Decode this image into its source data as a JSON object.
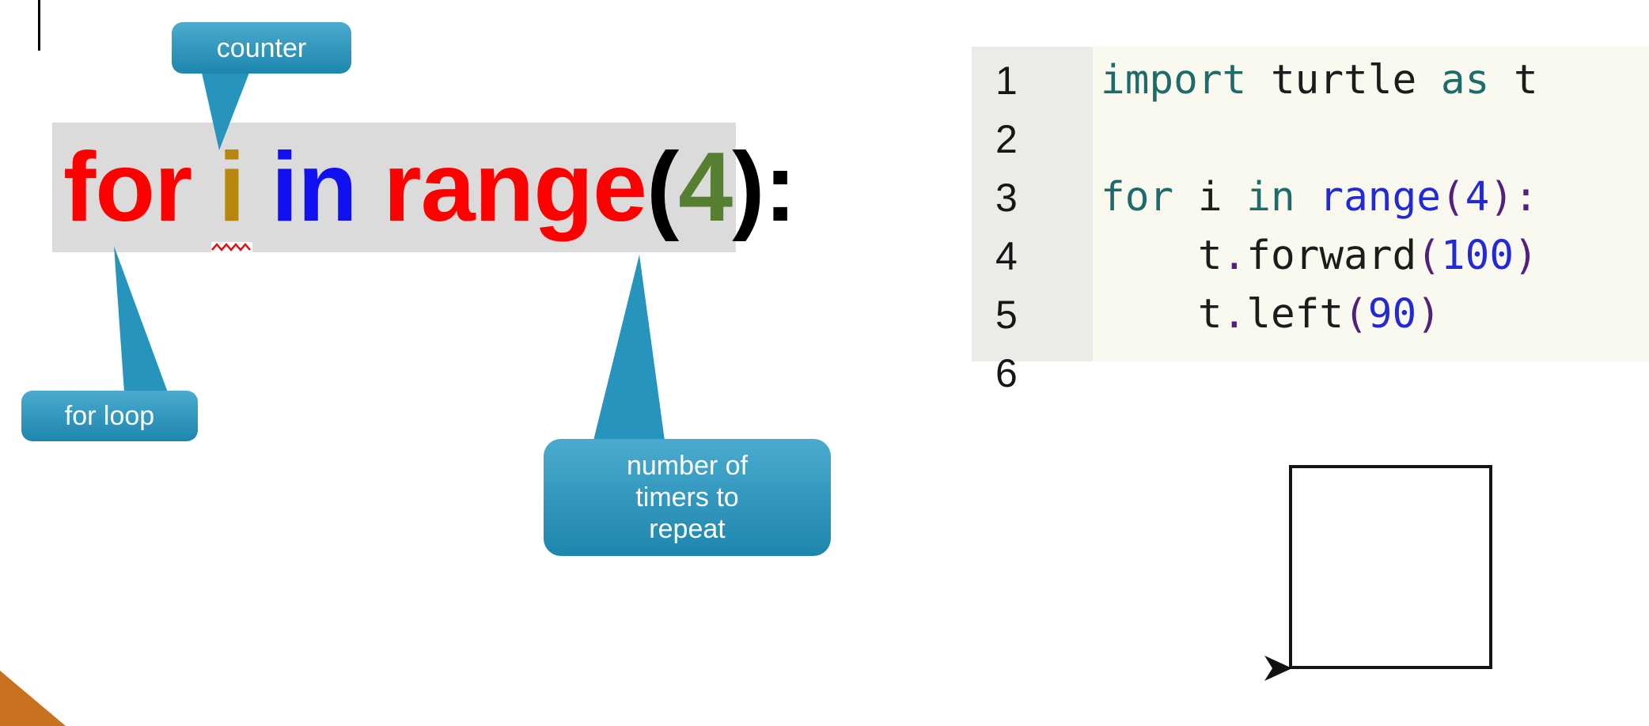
{
  "slide": {
    "headline": {
      "highlight_bg": "#dbdbdb",
      "tokens": [
        {
          "t": "for ",
          "c": "#fe0000"
        },
        {
          "t": "i",
          "c": "#b8860b",
          "squiggle": true
        },
        {
          "t": " in ",
          "c": "#1010f0"
        },
        {
          "t": "range",
          "c": "#fe0000"
        },
        {
          "t": "(",
          "c": "#000000"
        },
        {
          "t": "4",
          "c": "#567f31"
        },
        {
          "t": "):",
          "c": "#000000"
        }
      ],
      "squiggle_color": "#e01010"
    },
    "callouts": [
      {
        "id": "counter",
        "lines": [
          "counter"
        ]
      },
      {
        "id": "for-loop",
        "lines": [
          "for loop"
        ]
      },
      {
        "id": "repeat",
        "lines": [
          "number of",
          "timers to",
          "repeat"
        ]
      }
    ],
    "callout_colors": {
      "top": "#4aabce",
      "bottom": "#1e86ae",
      "tail": "#2694bc"
    },
    "code_editor": {
      "bg": "#faf9ef",
      "gutter_bg": "#ecebe7",
      "palette": {
        "teal": "#1e6b6b",
        "ink": "#1c1c1c",
        "blue": "#2429d6",
        "purple": "#53207d"
      },
      "lines": [
        {
          "num": "1",
          "tokens": [
            [
              "import",
              "teal"
            ],
            [
              " turtle ",
              "ink"
            ],
            [
              "as",
              "teal"
            ],
            [
              " t",
              "ink"
            ]
          ]
        },
        {
          "num": "2",
          "tokens": []
        },
        {
          "num": "3",
          "tokens": [
            [
              "for",
              "teal"
            ],
            [
              " i ",
              "ink"
            ],
            [
              "in",
              "teal"
            ],
            [
              " ",
              "ink"
            ],
            [
              "range",
              "blue"
            ],
            [
              "(",
              "purple"
            ],
            [
              "4",
              "blue"
            ],
            [
              ")",
              "purple"
            ],
            [
              ":",
              "purple"
            ]
          ]
        },
        {
          "num": "4",
          "tokens": [
            [
              "    t",
              "ink"
            ],
            [
              ".",
              "purple"
            ],
            [
              "forward",
              "ink"
            ],
            [
              "(",
              "purple"
            ],
            [
              "100",
              "blue"
            ],
            [
              ")",
              "purple"
            ]
          ]
        },
        {
          "num": "5",
          "tokens": [
            [
              "    t",
              "ink"
            ],
            [
              ".",
              "purple"
            ],
            [
              "left",
              "ink"
            ],
            [
              "(",
              "purple"
            ],
            [
              "90",
              "blue"
            ],
            [
              ")",
              "purple"
            ]
          ]
        },
        {
          "num": "6",
          "tokens": []
        }
      ]
    },
    "accents": {
      "corner_triangle": "#c8711e",
      "square_border": "#141414",
      "turtle_cursor": "#111111"
    }
  }
}
